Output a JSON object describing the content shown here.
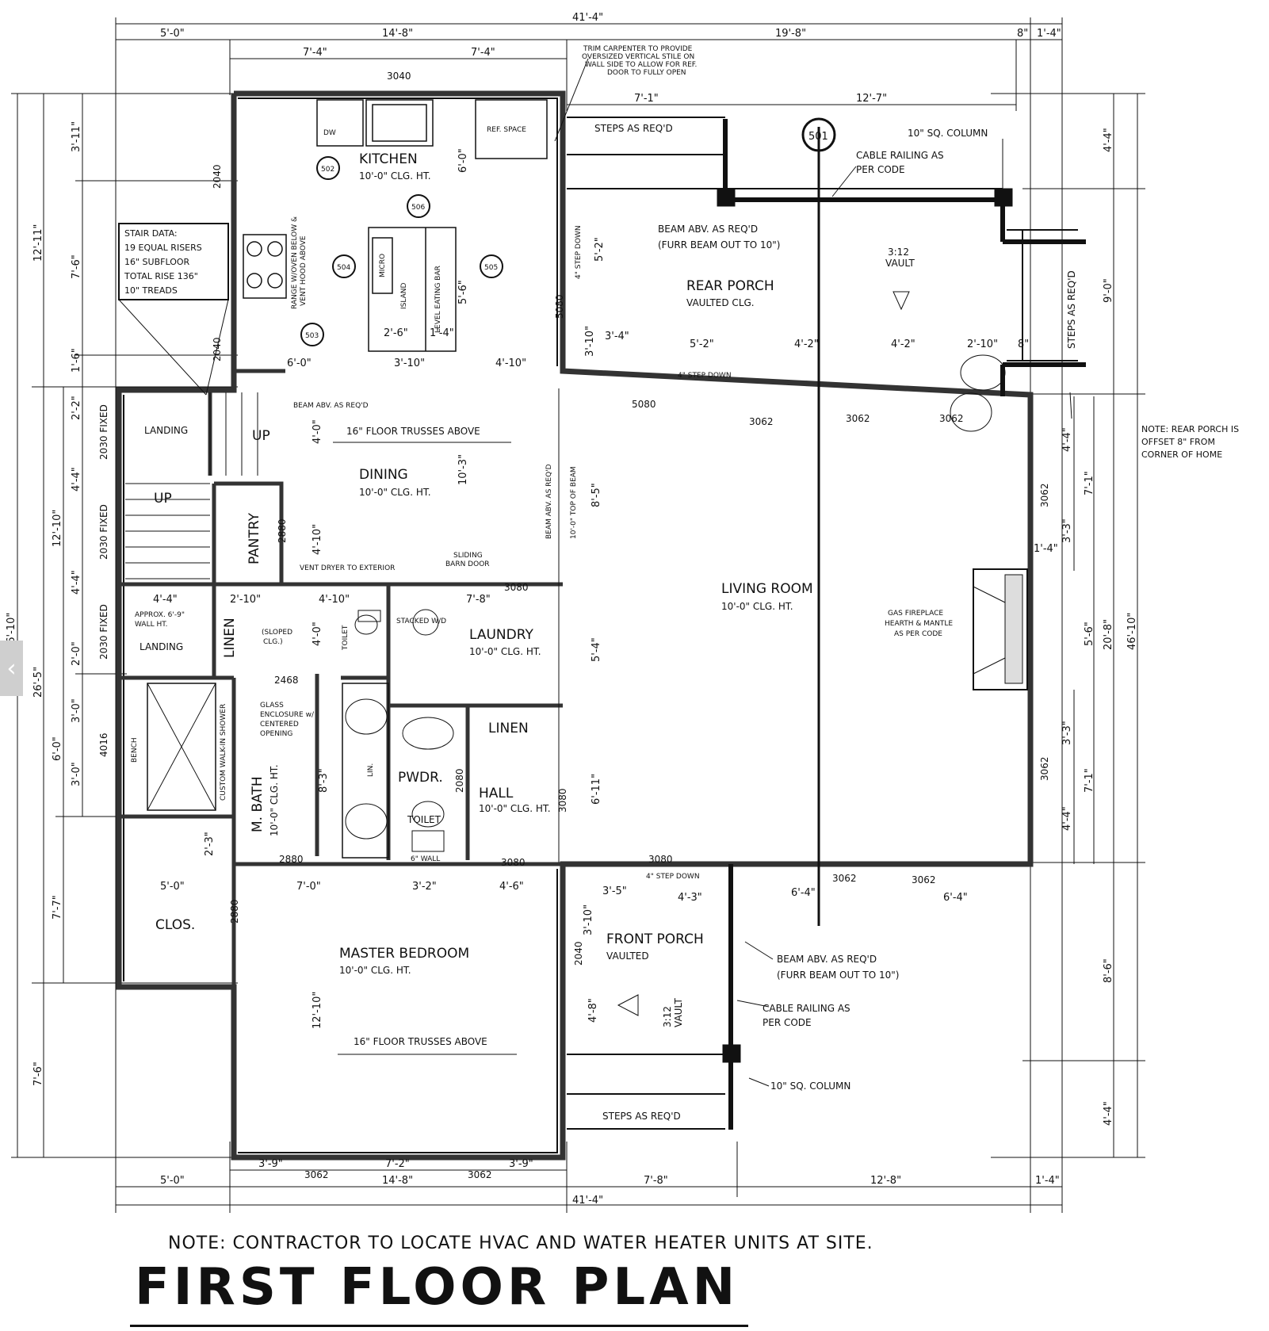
{
  "sheet": {
    "title": "FIRST FLOOR PLAN",
    "general_note": "NOTE: CONTRACTOR TO LOCATE HVAC AND WATER HEATER UNITS AT SITE."
  },
  "navigation": {
    "prev_icon": "chevron-left-icon",
    "prev_glyph": "‹"
  },
  "rooms": {
    "kitchen": {
      "name": "KITCHEN",
      "ceiling": "10'-0\" CLG. HT."
    },
    "dining": {
      "name": "DINING",
      "ceiling": "10'-0\" CLG. HT."
    },
    "living": {
      "name": "LIVING ROOM",
      "ceiling": "10'-0\" CLG. HT."
    },
    "rear_porch": {
      "name": "REAR PORCH",
      "ceiling": "VAULTED CLG."
    },
    "laundry": {
      "name": "LAUNDRY",
      "ceiling": "10'-0\" CLG. HT."
    },
    "hall": {
      "name": "HALL",
      "ceiling": "10'-0\" CLG. HT."
    },
    "master_bath": {
      "name": "M. BATH",
      "ceiling": "10'-0\" CLG. HT."
    },
    "master_bedroom": {
      "name": "MASTER BEDROOM",
      "ceiling": "10'-0\" CLG. HT."
    },
    "front_porch": {
      "name": "FRONT PORCH",
      "ceiling": "VAULTED"
    },
    "pantry": "PANTRY",
    "linen1": "LINEN",
    "linen2": "LINEN",
    "powder": "PWDR.",
    "closet": "CLOS.",
    "landing1": "LANDING",
    "landing2": "LANDING",
    "up1": "UP",
    "up2": "UP"
  },
  "stair_data": {
    "title": "STAIR DATA:",
    "lines": [
      "19 EQUAL RISERS",
      "16\" SUBFLOOR",
      "TOTAL RISE 136\"",
      "10\" TREADS"
    ]
  },
  "dimensions": {
    "top_overall": "41'-4\"",
    "top_row": [
      "5'-0\"",
      "14'-8\"",
      "19'-8\"",
      "8\"",
      "1'-4\""
    ],
    "top_row2": [
      "7'-4\"",
      "7'-4\""
    ],
    "porch_top": [
      "7'-1\"",
      "12'-7\""
    ],
    "bottom_overall": "41'-4\"",
    "bottom_row": [
      "5'-0\"",
      "14'-8\"",
      "7'-8\"",
      "12'-8\"",
      "1'-4\""
    ],
    "bottom_windows": [
      "3'-9\"",
      "7'-2\"",
      "3'-9\""
    ],
    "left_overall": "46'-10\"",
    "left_mid": [
      "12'-11\"",
      "26'-5\"",
      "7'-6\""
    ],
    "left_parts": [
      "3'-11\"",
      "7'-6\"",
      "1'-6\"",
      "2'-2\"",
      "4'-4\"",
      "4'-4\"",
      "2'-0\"",
      "3'-0\"",
      "3'-0\"",
      "7'-7\"",
      "12'-10\"",
      "6'-0\""
    ],
    "right_overall": "46'-10\"",
    "right_parts": [
      "4'-4\"",
      "9'-0\"",
      "20'-8\"",
      "8'-6\"",
      "4'-4\"",
      "4'-4\"",
      "7'-1\"",
      "3'-3\"",
      "5'-6\"",
      "3'-3\"",
      "7'-1\"",
      "4'-4\"",
      "1'-4\""
    ],
    "porch_row": [
      "3'-4\"",
      "5'-2\"",
      "4'-2\"",
      "4'-2\"",
      "2'-10\"",
      "8\""
    ],
    "kitchen_row": [
      "6'-0\"",
      "3'-10\"",
      "4'-10\""
    ],
    "island": [
      "2'-6\"",
      "1'-4\""
    ],
    "interior_misc": [
      "4'-4\"",
      "2'-10\"",
      "4'-10\"",
      "7'-8\"",
      "5'-0\"",
      "7'-0\"",
      "3'-2\"",
      "4'-6\"",
      "3'-5\"",
      "4'-3\"",
      "6'-4\"",
      "6'-4\""
    ],
    "vertical_misc": [
      "6'-0\"",
      "5'-6\"",
      "5'-2\"",
      "3'-10\"",
      "4'-0\"",
      "10'-3\"",
      "4'-10\"",
      "8'-5\"",
      "5'-4\"",
      "6'-11\"",
      "4'-0\"",
      "8'-3\"",
      "2'-3\"",
      "12'-10\"",
      "3'-10\"",
      "4'-8\""
    ]
  },
  "callouts": {
    "trim_note": [
      "TRIM CARPENTER TO PROVIDE",
      "OVERSIZED VERTICAL STILE ON",
      "WALL SIDE TO ALLOW FOR REF.",
      "DOOR TO FULLY OPEN"
    ],
    "steps_rear": "STEPS AS REQ'D",
    "steps_side": "STEPS AS REQ'D",
    "steps_front": "STEPS AS REQ'D",
    "column_rear": "10\" SQ. COLUMN",
    "railing_rear": [
      "CABLE RAILING AS",
      "PER CODE"
    ],
    "beam_rear": [
      "BEAM ABV. AS REQ'D",
      "(FURR BEAM OUT TO 10\")"
    ],
    "vault_rear": [
      "3:12",
      "VAULT"
    ],
    "step_down_1": "4\" STEP DOWN",
    "step_down_2": "4\" STEP DOWN",
    "step_down_3": "4\" STEP DOWN",
    "porch_offset_note": [
      "NOTE: REAR PORCH IS",
      "OFFSET 8\" FROM",
      "CORNER OF HOME"
    ],
    "beam_stair": "BEAM ABV. AS REQ'D",
    "trusses_1": "16\" FLOOR TRUSSES ABOVE",
    "trusses_2": "16\" FLOOR TRUSSES ABOVE",
    "beam_living": "BEAM ABV. AS REQ'D",
    "beam_top": "10'-0\" TOP OF BEAM",
    "barn_door": [
      "SLIDING",
      "BARN DOOR"
    ],
    "vent_dryer": "VENT DRYER TO EXTERIOR",
    "stacked": "STACKED W/D",
    "fireplace": [
      "GAS FIREPLACE",
      "HEARTH & MANTLE",
      "AS PER CODE"
    ],
    "wall_ht": [
      "APPROX. 6'-9\"",
      "WALL HT."
    ],
    "sloped": [
      "(SLOPED",
      "CLG.)"
    ],
    "toilet1": "TOILET",
    "toilet2": "TOILET",
    "glass": [
      "GLASS",
      "ENCLOSURE w/",
      "CENTERED",
      "OPENING"
    ],
    "shower": "CUSTOM WALK-IN SHOWER",
    "bench": "BENCH",
    "lin": "LIN.",
    "range": [
      "RANGE W/OVEN BELOW &",
      "VENT HOOD ABOVE"
    ],
    "micro": "MICRO",
    "island": "ISLAND",
    "eating_bar": "LEVEL EATING BAR",
    "dw": "DW",
    "ref": "REF. SPACE",
    "beam_front": [
      "BEAM ABV. AS REQ'D",
      "(FURR BEAM OUT TO 10\")"
    ],
    "railing_front": [
      "CABLE RAILING AS",
      "PER CODE"
    ],
    "column_front": "10\" SQ. COLUMN",
    "vault_front": [
      "3:12",
      "VAULT"
    ],
    "wall_6": "6\" WALL"
  },
  "sections": [
    "501",
    "502",
    "503",
    "504",
    "505",
    "506"
  ],
  "openings": {
    "kitchen_top": "3040",
    "k_left_1": "2040",
    "k_left_2": "2040",
    "rear_door": "5080",
    "rear_bifold": "5080",
    "rear_win": [
      "3062",
      "3062",
      "3062"
    ],
    "right_win": [
      "3062",
      "3062"
    ],
    "front_win": [
      "3062",
      "3062"
    ],
    "left_fixed": [
      "2030 FIXED",
      "2030 FIXED",
      "2030 FIXED"
    ],
    "bath_win": "4016",
    "pantry": "2880",
    "laundry": "3080",
    "bath_door": "2468",
    "pwdr": "2080",
    "hall": "3080",
    "hall_door": "3080",
    "master_bath_door": "2880",
    "closet_door": "2880",
    "front_door": "3080",
    "front_side": "2040",
    "bottom_win": [
      "3062",
      "3062"
    ]
  }
}
